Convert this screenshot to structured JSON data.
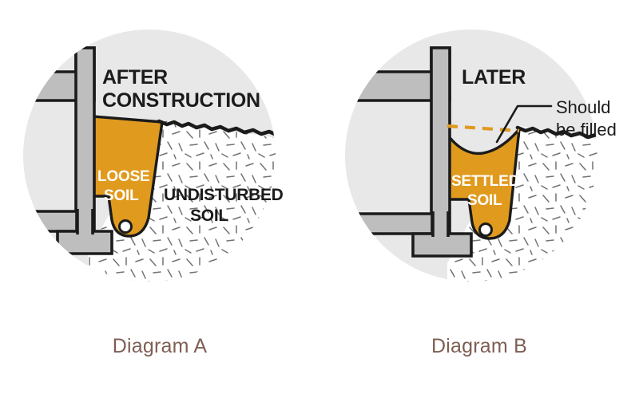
{
  "figure": {
    "background_color": "#ffffff",
    "circle_color": "#e8e8e9",
    "concrete_color": "#bebebe",
    "concrete_shadow_color": "#a8a8a8",
    "outline_color": "#1b1b1b",
    "soil_orange": "#e09a1e",
    "hatch_color": "#6f7277",
    "caption_color": "#7d5f54",
    "white": "#ffffff"
  },
  "diagram_a": {
    "caption": "Diagram A",
    "heading_line1": "AFTER",
    "heading_line2": "CONSTRUCTION",
    "backfill_label_line1": "LOOSE",
    "backfill_label_line2": "SOIL",
    "native_label_line1": "UNDISTURBED",
    "native_label_line2": "SOIL",
    "elements": {
      "circle_backdrop": "light-gray-circle",
      "foundation_wall": "concrete-wall",
      "floor_slab": "basement-slab",
      "footing": "spread-footing",
      "drain_pipe": "perimeter-drain-tile",
      "grade_line": "undisturbed-grade",
      "backfill_region": "loose-backfill-wedge"
    }
  },
  "diagram_b": {
    "caption": "Diagram B",
    "heading_line1": "LATER",
    "backfill_label_line1": "SETTLED",
    "backfill_label_line2": "SOIL",
    "callout_line1": "Should",
    "callout_line2": "be filled",
    "dashed_line_color": "#e09a1e",
    "elements": {
      "circle_backdrop": "light-gray-circle",
      "foundation_wall": "concrete-wall",
      "floor_slab": "basement-slab",
      "footing": "spread-footing",
      "drain_pipe": "perimeter-drain-tile",
      "grade_line": "undisturbed-grade",
      "backfill_region": "settled-backfill-wedge",
      "original_grade_indicator": "dashed-original-grade",
      "callout_leader": "elbow-leader-line"
    }
  }
}
